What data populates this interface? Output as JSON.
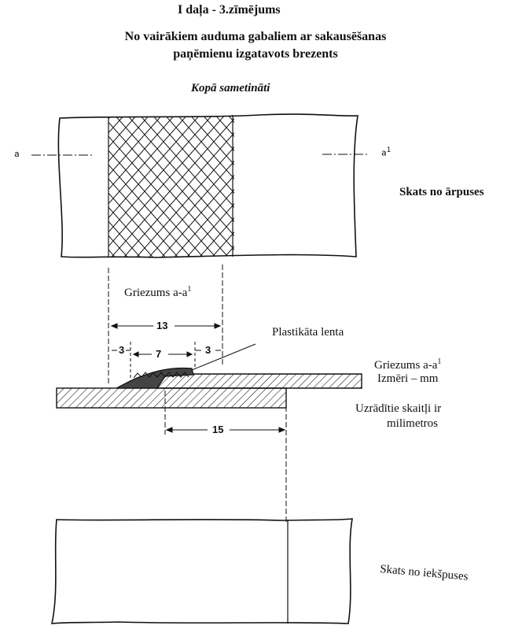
{
  "header": {
    "part_title": "I daļa - 3.zīmējums",
    "subtitle_line1": "No vairākiem auduma gabaliem ar sakausēšanas",
    "subtitle_line2": "paņēmienu izgatavots brezents",
    "section_title": "Kopā sametināti"
  },
  "top_view": {
    "marker_left": "a",
    "marker_right": "a",
    "marker_right_sup": "1",
    "caption": "Skats no ārpuses"
  },
  "section": {
    "label": "Griezums a-a",
    "label_sup": "1",
    "dim_13": "13",
    "dim_3_left": "3",
    "dim_7": "7",
    "dim_3_right": "3",
    "dim_15": "15",
    "tape_label": "Plastikāta lenta",
    "right_label_1": "Griezums a-a",
    "right_label_1_sup": "1",
    "right_label_2": "Izmēri – mm",
    "right_label_3": "Uzrādītie skaitļi ir",
    "right_label_4": "milimetros"
  },
  "bottom_view": {
    "caption": "Skats no iekšpuses"
  }
}
